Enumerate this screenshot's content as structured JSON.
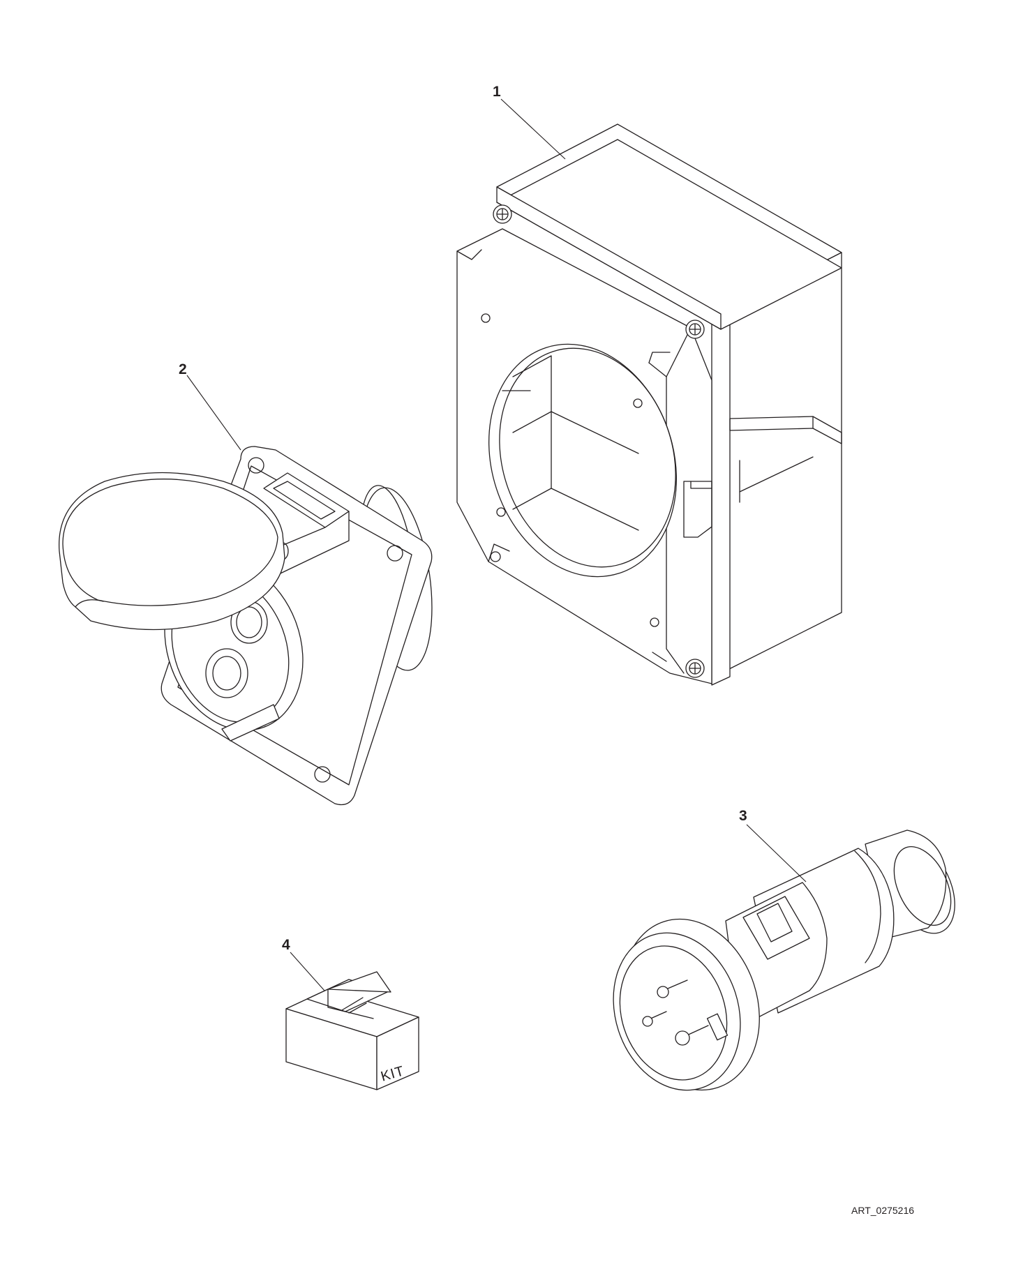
{
  "callouts": [
    {
      "number": "1",
      "part": "enclosure-box"
    },
    {
      "number": "2",
      "part": "panel-socket"
    },
    {
      "number": "3",
      "part": "plug"
    },
    {
      "number": "4",
      "part": "kit-box"
    }
  ],
  "kit_label": "KIT",
  "art_id": "ART_0275216",
  "colors": {
    "line": "#231f20",
    "background": "#ffffff"
  }
}
